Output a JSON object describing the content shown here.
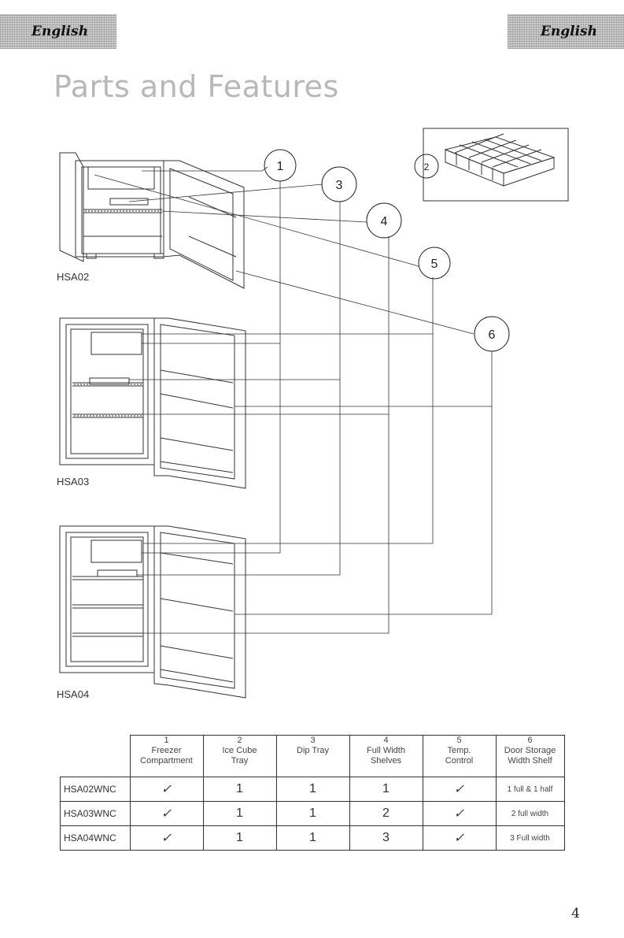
{
  "header": {
    "lang_left": "English",
    "lang_right": "English"
  },
  "title": "Parts and Features",
  "callouts": [
    "1",
    "2",
    "3",
    "4",
    "5",
    "6"
  ],
  "models": {
    "a": "HSA02",
    "b": "HSA03",
    "c": "HSA04"
  },
  "table": {
    "columns": [
      {
        "num": "1",
        "line1": "Freezer",
        "line2": "Compartment"
      },
      {
        "num": "2",
        "line1": "Ice Cube",
        "line2": "Tray"
      },
      {
        "num": "3",
        "line1": "Dip Tray",
        "line2": ""
      },
      {
        "num": "4",
        "line1": "Full Width",
        "line2": "Shelves"
      },
      {
        "num": "5",
        "line1": "Temp.",
        "line2": "Control"
      },
      {
        "num": "6",
        "line1": "Door Storage",
        "line2": "Width Shelf"
      }
    ],
    "rows": [
      {
        "model": "HSA02WNC",
        "c1": "✓",
        "c2": "1",
        "c3": "1",
        "c4": "1",
        "c5": "✓",
        "c6": "1 full & 1 half"
      },
      {
        "model": "HSA03WNC",
        "c1": "✓",
        "c2": "1",
        "c3": "1",
        "c4": "2",
        "c5": "✓",
        "c6": "2 full width"
      },
      {
        "model": "HSA04WNC",
        "c1": "✓",
        "c2": "1",
        "c3": "1",
        "c4": "3",
        "c5": "✓",
        "c6": "3 Full width"
      }
    ]
  },
  "page_number": "4"
}
